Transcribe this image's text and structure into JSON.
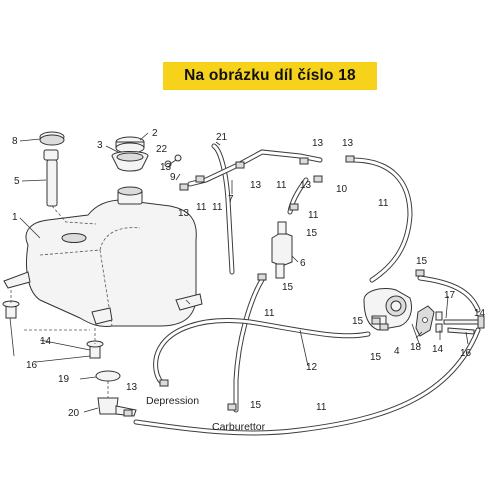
{
  "banner": {
    "text": "Na obrázku díl číslo 18"
  },
  "labels": {
    "l1": "1",
    "l2": "2",
    "l3": "3",
    "l4": "4",
    "l5": "5",
    "l6": "6",
    "l7": "7",
    "l8": "8",
    "l9": "9",
    "l10": "10",
    "l11a": "11",
    "l11b": "11",
    "l11c": "11",
    "l11d": "11",
    "l11e": "11",
    "l11f": "11",
    "l12": "12",
    "l13a": "13",
    "l13b": "13",
    "l13c": "13",
    "l13d": "13",
    "l13e": "13",
    "l13f": "13",
    "l14a": "14",
    "l14b": "14",
    "l14c": "14",
    "l15a": "15",
    "l15b": "15",
    "l15c": "15",
    "l15d": "15",
    "l15e": "15",
    "l15f": "15",
    "l16a": "16",
    "l16b": "16",
    "l17": "17",
    "l18": "18",
    "l19": "19",
    "l20": "20",
    "l21": "21",
    "l22": "22"
  },
  "annotations": {
    "depression": "Depression",
    "carburettor": "Carburettor"
  }
}
